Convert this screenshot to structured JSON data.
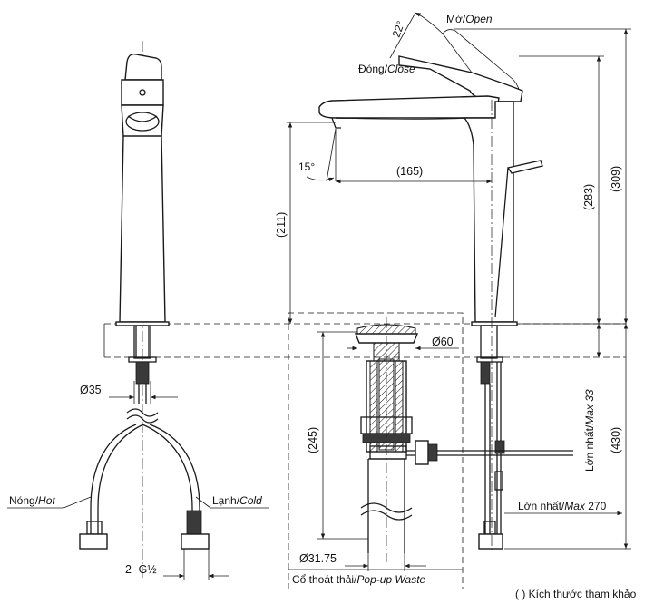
{
  "labels": {
    "open": "Mở/",
    "open_it": "Open",
    "close": "Đóng/",
    "close_it": "Close",
    "angle_22": "22°",
    "angle_15": "15°",
    "dim_165": "(165)",
    "dim_211": "(211)",
    "dim_283": "(283)",
    "dim_309": "(309)",
    "dim_60": "Ø60",
    "dim_35": "Ø35",
    "dim_245": "(245)",
    "dim_430": "(430)",
    "max33_a": "Lớn nhất/",
    "max33_b": "Max 33",
    "max270_a": "Lớn nhất/",
    "max270_b": "Max",
    "max270_c": " 270",
    "hot": "Nóng/",
    "hot_it": "Hot",
    "cold": "Lạnh/",
    "cold_it": "Cold",
    "thread": "2- G½",
    "dim_3175": "Ø31.75",
    "waste_a": "Cổ thoát thải/",
    "waste_b": "Pop-up Waste",
    "reference_note": "( ) Kích thước tham khảo"
  }
}
